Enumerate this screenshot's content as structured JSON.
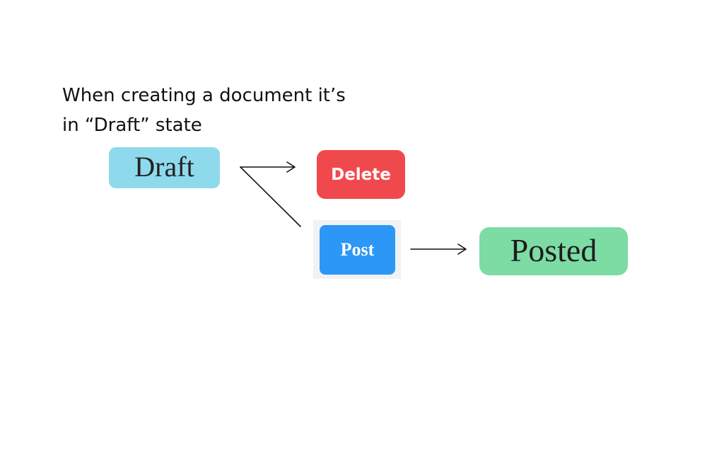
{
  "caption": {
    "line1": "When creating a document it’s",
    "line2": "in “Draft” state"
  },
  "nodes": {
    "draft": {
      "label": "Draft",
      "color": "#8fd9ec"
    },
    "delete": {
      "label": "Delete",
      "color": "#f0494d"
    },
    "post": {
      "label": "Post",
      "color": "#2c97f7"
    },
    "posted": {
      "label": "Posted",
      "color": "#7cdca4"
    }
  },
  "connector_color": "#111111"
}
